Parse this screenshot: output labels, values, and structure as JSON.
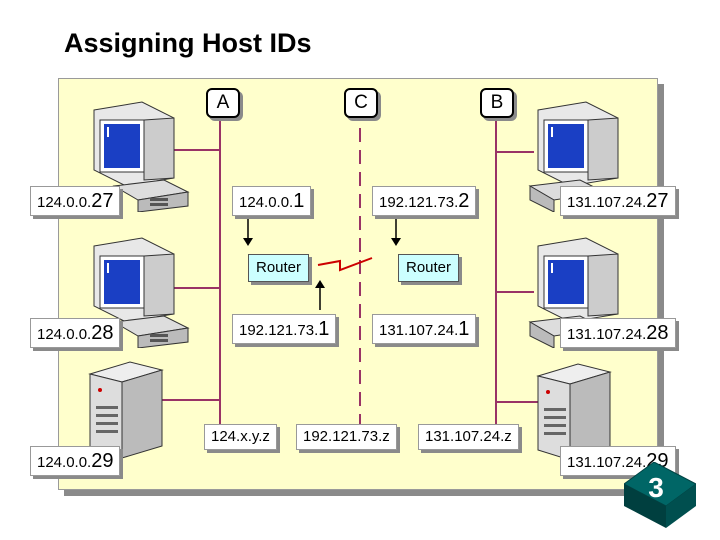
{
  "title": "Assigning Host IDs",
  "networks": {
    "a": "A",
    "c": "C",
    "b": "B"
  },
  "hosts": [
    {
      "prefix": "124.0.0.",
      "host": "27"
    },
    {
      "prefix": "124.0.0.",
      "host": "28"
    },
    {
      "prefix": "124.0.0.",
      "host": "29"
    },
    {
      "prefix": "131.107.24.",
      "host": "27"
    },
    {
      "prefix": "131.107.24.",
      "host": "28"
    },
    {
      "prefix": "131.107.24.",
      "host": "29"
    }
  ],
  "router_interfaces": [
    {
      "prefix": "124.0.0.",
      "host": "1"
    },
    {
      "prefix": "192.121.73.",
      "host": "2"
    },
    {
      "prefix": "192.121.73.",
      "host": "1"
    },
    {
      "prefix": "131.107.24.",
      "host": "1"
    }
  ],
  "routers": [
    "Router",
    "Router"
  ],
  "network_ids": [
    "124.x.y.z",
    "192.121.73.z",
    "131.107.24.z"
  ],
  "slide_number": "3",
  "colors": {
    "panel_bg": "#ffffcc",
    "network_line": "#993366",
    "router_bg": "#ccffff",
    "badge": "#006666"
  }
}
